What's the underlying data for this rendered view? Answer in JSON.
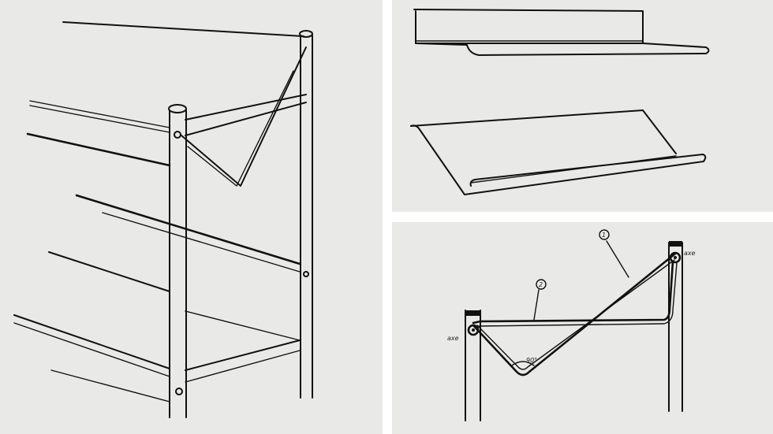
{
  "annotations": {
    "part_1": "1",
    "part_2": "2",
    "axis_left": "axe",
    "axis_right": "axe",
    "angle": "90°"
  },
  "colors": {
    "paper": "#e9e9e7",
    "ink": "#111111",
    "divider": "#ffffff"
  }
}
